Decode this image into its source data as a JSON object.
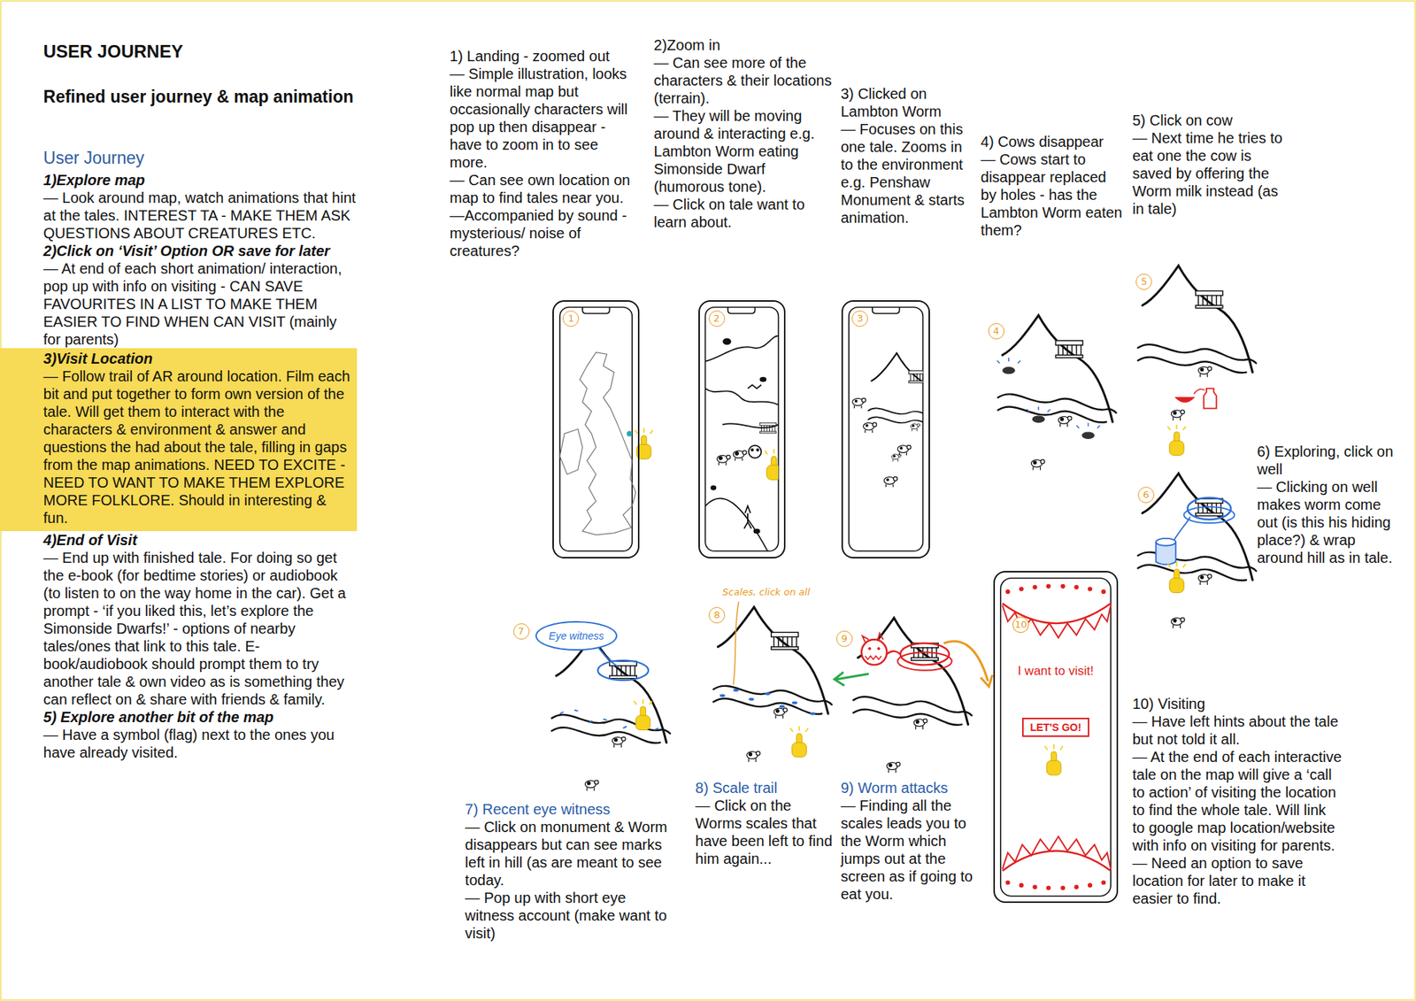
{
  "diagram": {
    "title": "USER JOURNEY",
    "nodes": [
      {
        "text": [
          "3)Visit Location",
          "— Follow trail of AR around location. Film each bit and put together to form own version of the tale. Will get them to interact with the characters & environment & answer and questions the had about the tale, filling in gaps from the map animations. NEED TO EXCITE - NEED TO WANT TO MAKE THEM EXPLORE MORE FOLKLORE. Should in interesting & fun."
        ]
      },
      {
        "text": [
          "1"
        ]
      },
      {
        "text": [
          "2"
        ]
      },
      {
        "text": [
          "3"
        ]
      },
      {
        "text": [
          "Eye witness"
        ]
      },
      {
        "text": [
          "10",
          "I want to visit!"
        ]
      },
      {
        "text": [
          "LET'S GO!"
        ],
        "in": 5
      }
    ],
    "labels": [
      "Refined user journey & map animation",
      "User Journey",
      "1)Explore map",
      "— Look around map, watch animations that hint at the tales. INTEREST TA - MAKE THEM ASK QUESTIONS ABOUT CREATURES ETC.",
      "2)Click on ‘Visit’ Option OR save for later",
      "— At end of each short animation/ interaction, pop up with info on visiting - CAN SAVE FAVOURITES IN A LIST TO MAKE THEM EASIER TO FIND WHEN CAN VISIT (mainly for parents)",
      "4)End of Visit",
      "— End up with finished tale. For doing so get the e-book (for bedtime stories) or audiobook (to listen to on the way home in the car). Get a prompt - ‘if you liked this, let’s explore the Simonside Dwarfs!’ - options of nearby tales/ones that link to this tale. E-book/audiobook should prompt them to try another tale & own video as is something they can reflect on & share with friends & family.",
      "5) Explore another bit of the map",
      "— Have a symbol (flag) next to the ones you have already visited.",
      "1) Landing - zoomed out",
      "— Simple illustration, looks like normal map but occasionally characters will pop up then disappear - have to zoom in to see more.",
      "— Can see own location on map to find tales near you.",
      "—Accompanied by sound - mysterious/ noise of creatures?",
      "2)Zoom in",
      "— Can see more of the characters & their locations (terrain).",
      "— They will be moving around & interacting e.g. Lambton Worm eating Simonside Dwarf (humorous tone).",
      "— Click on tale want to learn about.",
      "3) Clicked on Lambton Worm",
      "— Focuses on this one tale. Zooms in to the environment e.g. Penshaw Monument & starts animation.",
      "4) Cows disappear",
      "— Cows start to disappear replaced by holes - has the Lambton Worm eaten them?",
      "5) Click on cow",
      "— Next time he tries to eat one the cow is saved by offering the Worm milk instead (as in tale)",
      "6) Exploring, click on well",
      "— Clicking on well makes worm come out (is this his hiding place?) & wrap around hill as in tale.",
      "7) Recent eye witness",
      "— Click on monument & Worm disappears but can see marks left in hill (as are meant to see today.",
      "— Pop up with short eye witness account (make want to visit)",
      "8) Scale trail",
      "— Click on the Worms scales that have been left to find him again...",
      "9) Worm attacks",
      "— Finding all the scales leads you to the Worm which jumps out at the screen as if going to eat you.",
      "10) Visiting",
      "— Have left hints about the tale but not told it all.",
      "— At the end of each interactive tale on the map will give a ‘call to action’ of visiting the location to find the whole tale. Will link to google map location/website with info on visiting for parents.",
      "— Need an option to save location for later to make it easier to find.",
      "4",
      "5",
      "6",
      "7",
      "8",
      "9",
      "Scales, click on all"
    ]
  }
}
